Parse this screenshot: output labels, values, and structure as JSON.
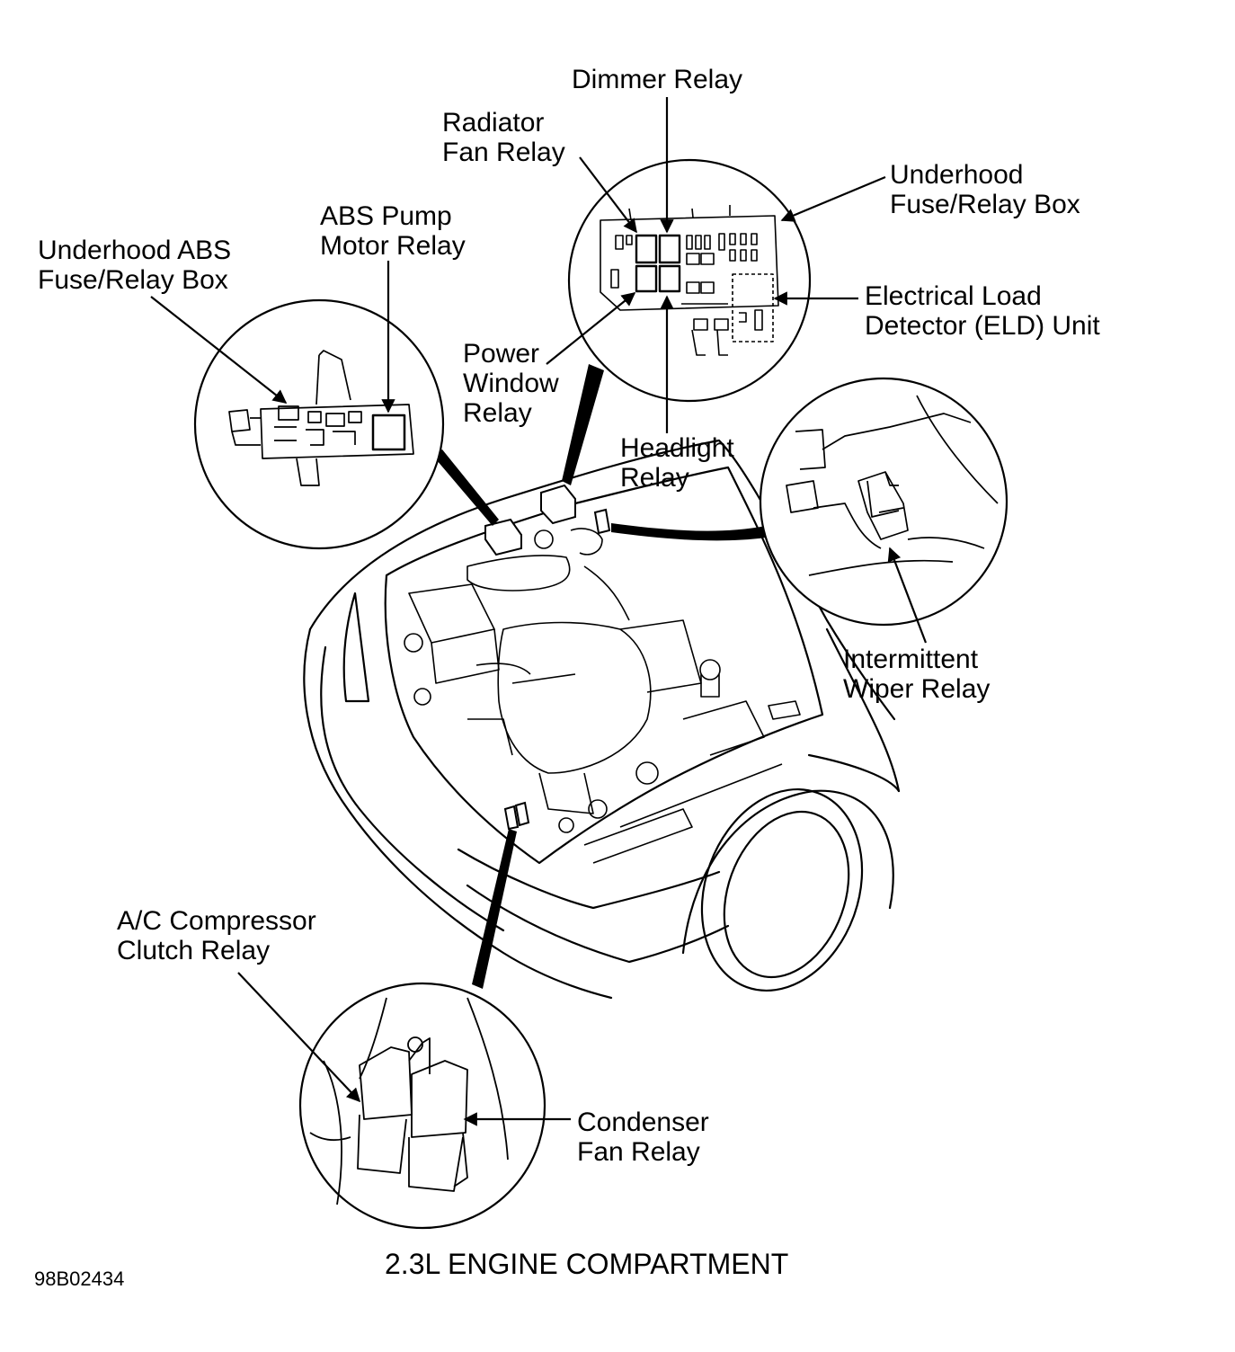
{
  "labels": {
    "dimmer_relay": [
      "Dimmer Relay"
    ],
    "radiator_fan_relay": [
      "Radiator",
      "Fan Relay"
    ],
    "underhood_fuse_relay_box": [
      "Underhood",
      "Fuse/Relay Box"
    ],
    "abs_pump_motor_relay": [
      "ABS Pump",
      "Motor Relay"
    ],
    "underhood_abs_fuse_relay_box": [
      "Underhood ABS",
      "Fuse/Relay Box"
    ],
    "electrical_load_detector": [
      "Electrical Load",
      "Detector (ELD) Unit"
    ],
    "power_window_relay": [
      "Power",
      "Window",
      "Relay"
    ],
    "headlight_relay": [
      "Headlight",
      "Relay"
    ],
    "intermittent_wiper_relay": [
      "Intermittent",
      "Wiper Relay"
    ],
    "ac_compressor_clutch_relay": [
      "A/C Compressor",
      "Clutch Relay"
    ],
    "condenser_fan_relay": [
      "Condenser",
      "Fan Relay"
    ]
  },
  "caption": "2.3L ENGINE COMPARTMENT",
  "figure_id": "98B02434"
}
